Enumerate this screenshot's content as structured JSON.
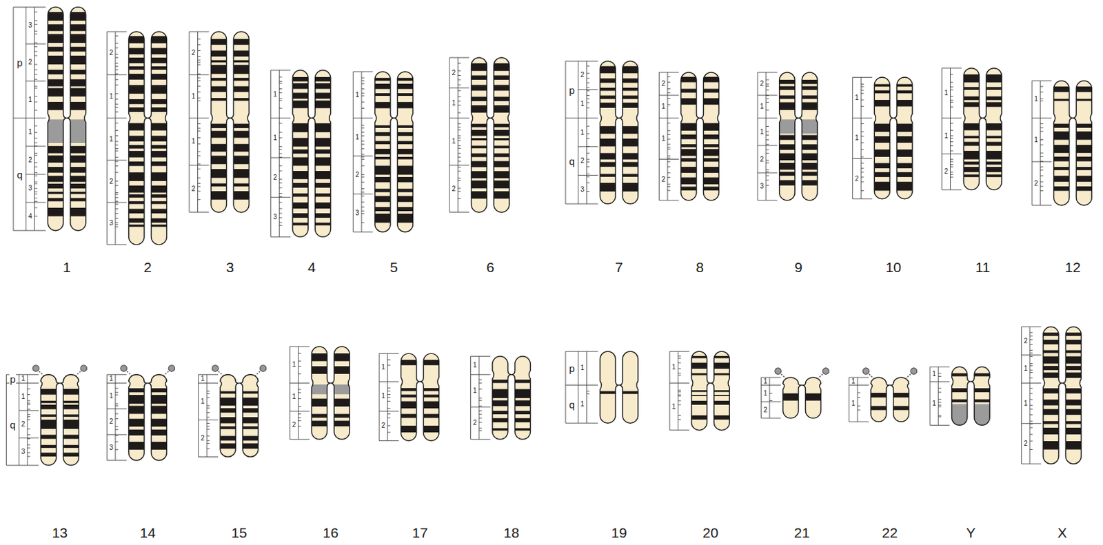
{
  "diagram": {
    "labels": [
      "p",
      "q",
      "3",
      "2",
      "1",
      "1",
      "2",
      "3",
      "4",
      "1",
      "2",
      "1",
      "1",
      "2",
      "3",
      "2",
      "2",
      "1",
      "1",
      "2",
      "3",
      "1",
      "1",
      "2",
      "3",
      "4",
      "1",
      "1",
      "2",
      "3",
      "5",
      "2",
      "1",
      "1",
      "2",
      "6",
      "p",
      "q",
      "2",
      "1",
      "1",
      "2",
      "3",
      "7",
      "2",
      "1",
      "1",
      "2",
      "8",
      "2",
      "1",
      "1",
      "2",
      "3",
      "9",
      "1",
      "1",
      "2",
      "10",
      "1",
      "1",
      "2",
      "11",
      "1",
      "1",
      "2",
      "12",
      "p",
      "q",
      "1",
      "1",
      "2",
      "3",
      "13",
      "1",
      "1",
      "2",
      "3",
      "14",
      "1",
      "1",
      "2",
      "15",
      "1",
      "1",
      "2",
      "16",
      "1",
      "1",
      "2",
      "17",
      "1",
      "1",
      "2",
      "18",
      "p",
      "q",
      "1",
      "1",
      "19",
      "1",
      "1",
      "20",
      "1",
      "1",
      "2",
      "21",
      "1",
      "1",
      "22",
      "1",
      "1",
      "Y",
      "2",
      "1",
      "1",
      "2",
      "X"
    ]
  }
}
